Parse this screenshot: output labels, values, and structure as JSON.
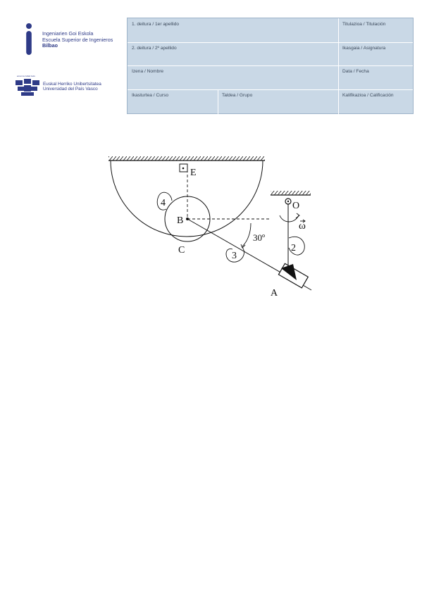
{
  "header": {
    "school": {
      "line1": "Ingeniarien Goi Eskola",
      "line2": "Escuela Superior de Ingenieros",
      "line3": "Bilbao"
    },
    "university": {
      "motto": "eman ta zabal zazu",
      "line1": "Euskal Herriko Unibertsitatea",
      "line2": "Universidad del País Vasco"
    }
  },
  "form": {
    "surname1": "1. deitura / 1er apellido",
    "degree": "Titulazioa / Titulación",
    "surname2": "2. deitura / 2º apellido",
    "subject": "Ikasgaia / Asignatura",
    "name": "Izena / Nombre",
    "date": "Data / Fecha",
    "course": "Ikasturtea / Curso",
    "group": "Taldea / Grupo",
    "grade": "Kalifikazioa / Calificación"
  },
  "diagram": {
    "labels": {
      "E": "E",
      "B": "B",
      "C": "C",
      "O": "O",
      "A": "A",
      "link4": "4",
      "link3": "3",
      "link2": "2",
      "angle": "30º",
      "omega": "ω"
    }
  }
}
